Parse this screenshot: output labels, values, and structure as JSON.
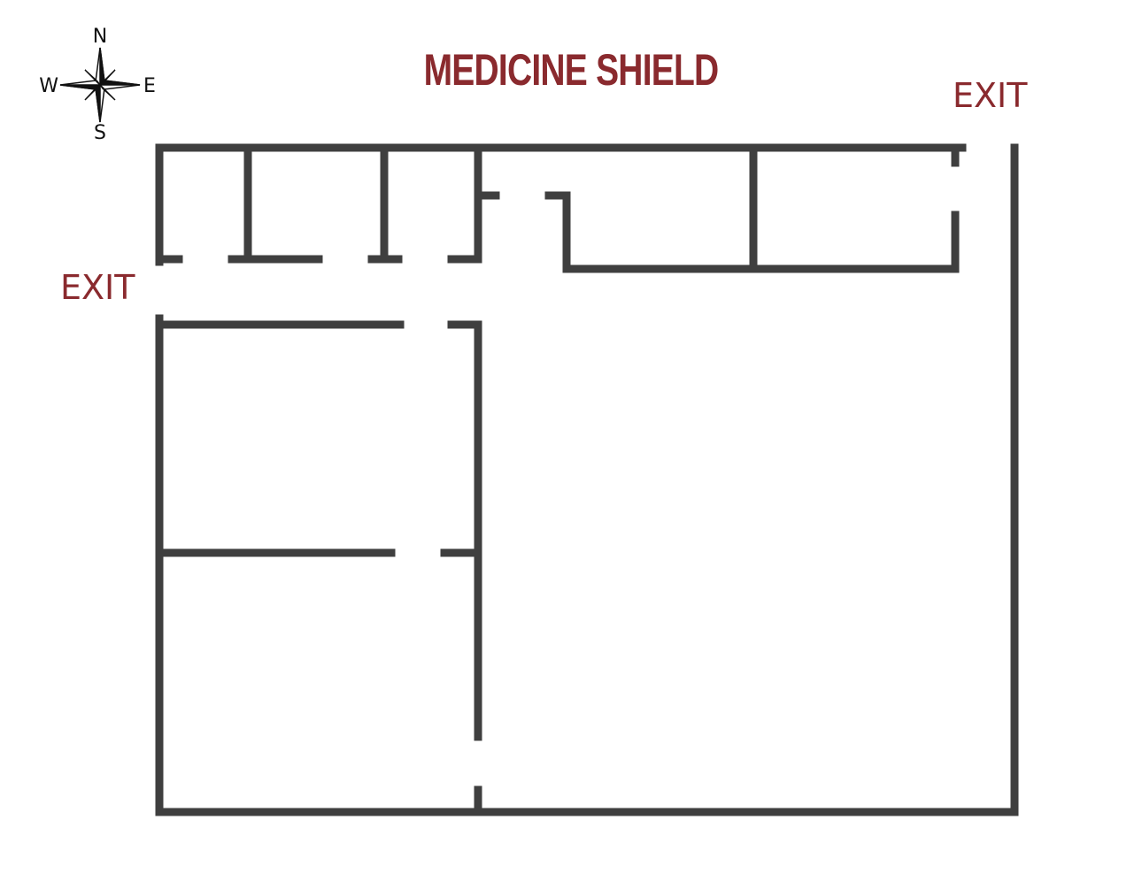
{
  "title": "MEDICINE SHIELD",
  "exits": {
    "north_east": "EXIT",
    "west": "EXIT"
  },
  "compass": {
    "north": "N",
    "south": "S",
    "east": "E",
    "west": "W"
  },
  "colors": {
    "label": "#8a2a2e",
    "wall": "#3f3f3f",
    "background": "#ffffff",
    "compass": "#111111"
  }
}
